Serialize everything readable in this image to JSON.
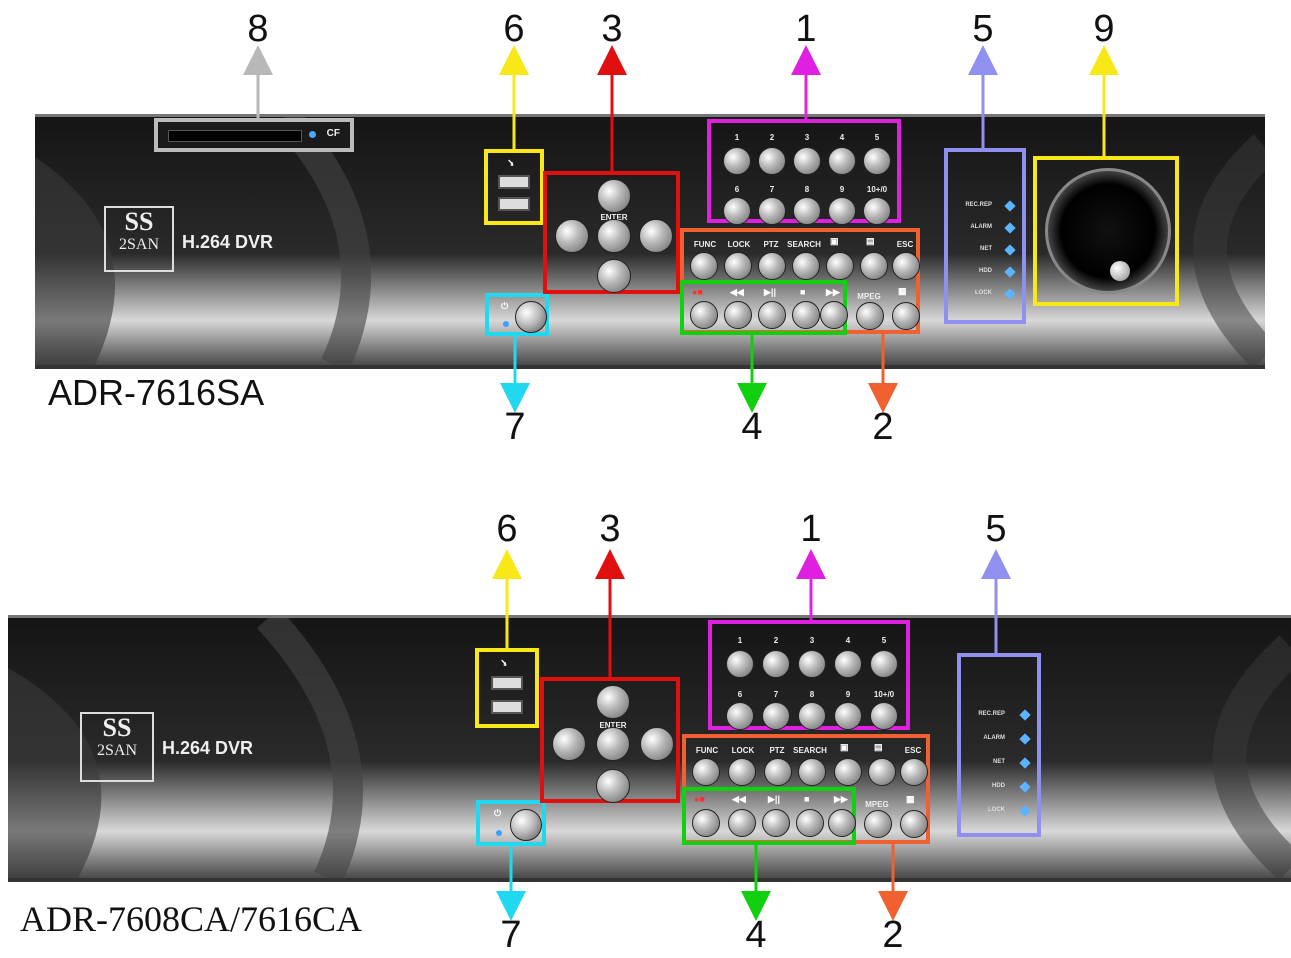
{
  "callouts": [
    "1",
    "2",
    "3",
    "4",
    "5",
    "6",
    "7",
    "8",
    "9"
  ],
  "models": {
    "top": "ADR-7616SA",
    "bottom": "ADR-7608CA/7616CA"
  },
  "logo": {
    "mark": "SS",
    "name": "2SAN"
  },
  "product": "H.264 DVR",
  "cf_label": "CF",
  "channel_labels": [
    "1",
    "2",
    "3",
    "4",
    "5",
    "6",
    "7",
    "8",
    "9",
    "10+/0"
  ],
  "function_labels": [
    "FUNC",
    "LOCK",
    "PTZ",
    "SEARCH",
    "",
    "",
    "ESC"
  ],
  "enter_label": "ENTER",
  "mpeg_label": "MPEG",
  "status_leds": [
    "REC.REP",
    "ALARM",
    "NET",
    "HDD",
    "LOCK"
  ],
  "colors": {
    "magenta": "#e020e0",
    "orange": "#f06030",
    "red": "#e01010",
    "green": "#10d010",
    "lavender": "#9090f0",
    "yellow": "#f8e818",
    "cyan": "#20d8f0",
    "gray": "#b8b8b8"
  }
}
